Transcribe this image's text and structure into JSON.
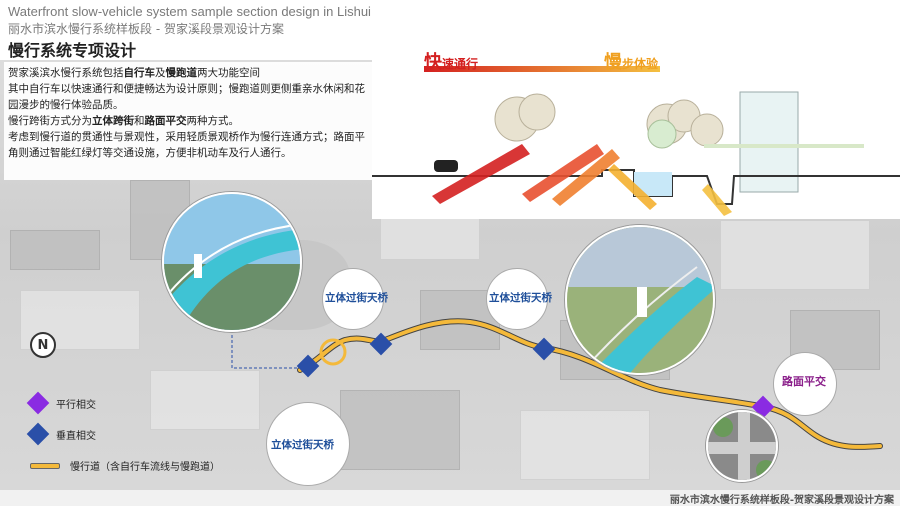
{
  "header": {
    "title_en": "Waterfront slow-vehicle system sample section design in Lishui",
    "title_cn": "丽水市滨水慢行系统样板段 - 贺家溪段景观设计方案",
    "heading": "慢行系统专项设计"
  },
  "intro": {
    "p1_pre": "贺家溪滨水慢行系统包括",
    "p1_b1": "自行车",
    "p1_mid": "及",
    "p1_b2": "慢跑道",
    "p1_post": "两大功能空间",
    "p2": "其中自行车以快速通行和便捷畅达为设计原则；慢跑道则更侧重亲水休闲和花园漫步的慢行体验品质。",
    "p3_pre": "慢行跨街方式分为",
    "p3_b1": "立体跨街",
    "p3_mid": "和",
    "p3_b2": "路面平交",
    "p3_post": "两种方式。",
    "p4": "考虑到慢行道的贯通性与景观性，采用轻质景观桥作为慢行连通方式；路面平角则通过智能红绿灯等交通设施，方便非机动车及行人通行。"
  },
  "section_diagram": {
    "fast_big": "快",
    "fast_small": "速通行",
    "slow_big": "慢",
    "slow_small": "步体验"
  },
  "crossings": {
    "bridge_1": "立体过街天桥",
    "bridge_2": "立体过街天桥",
    "bridge_3": "立体过街天桥",
    "at_grade": "路面平交"
  },
  "compass": {
    "symbol": "N"
  },
  "legend": {
    "parallel": "平行相交",
    "vertical": "垂直相交",
    "path": "慢行道（含自行车流线与慢跑道）"
  },
  "colors": {
    "path": "#f4b93a",
    "parallel_marker": "#8a2be2",
    "vertical_marker": "#2a4fa8",
    "bridge_deck": "#3fc3d4",
    "fast": "#d42020",
    "slow": "#f0a020"
  },
  "footer": {
    "text": "丽水市滨水慢行系统样板段-贺家溪段景观设计方案"
  }
}
